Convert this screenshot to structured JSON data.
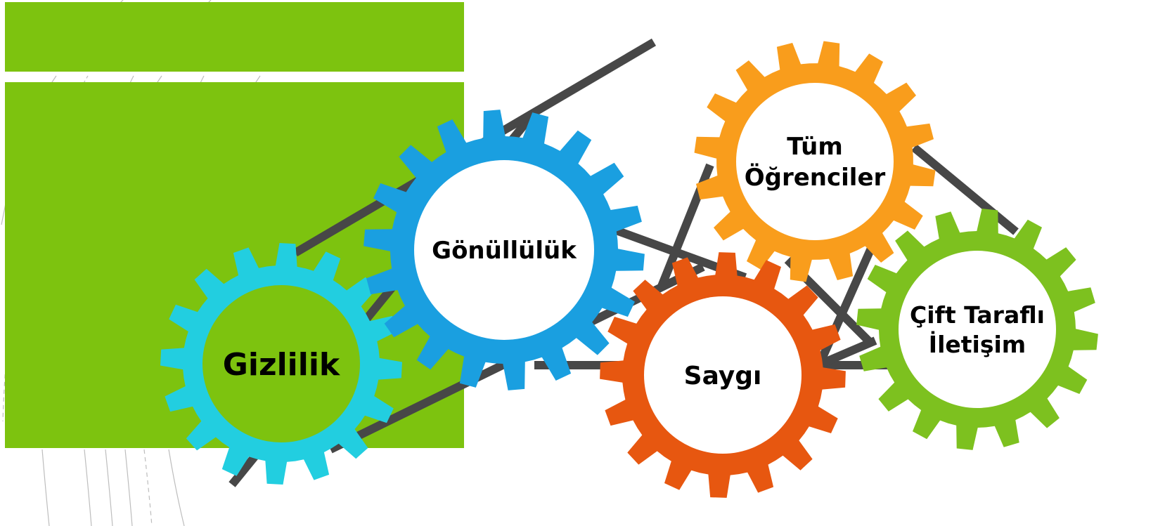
{
  "colors": {
    "block": "#7DC30F",
    "belt": "#474747",
    "sketch_lines": "#BDBDBD",
    "gear_center": "#FFFFFF",
    "gear_label": "#000000"
  },
  "gears": [
    {
      "id": "gizlilik",
      "label": "Gizlilik",
      "color": "#22CEE0",
      "center_fill": "#7DC30F"
    },
    {
      "id": "gonulluluk",
      "label": "Gönüllülük",
      "color": "#1A9FE0",
      "center_fill": "#FFFFFF"
    },
    {
      "id": "tum-ogrenciler",
      "label_lines": [
        "Tüm",
        "Öğrenciler"
      ],
      "color": "#F99D1C",
      "center_fill": "#FFFFFF"
    },
    {
      "id": "saygi",
      "label": "Saygı",
      "color": "#E75710",
      "center_fill": "#FFFFFF"
    },
    {
      "id": "cift-tarafli-iletisim",
      "label_lines": [
        "Çift Taraflı",
        "İletişim"
      ],
      "color": "#7DC11F",
      "center_fill": "#FFFFFF"
    }
  ]
}
